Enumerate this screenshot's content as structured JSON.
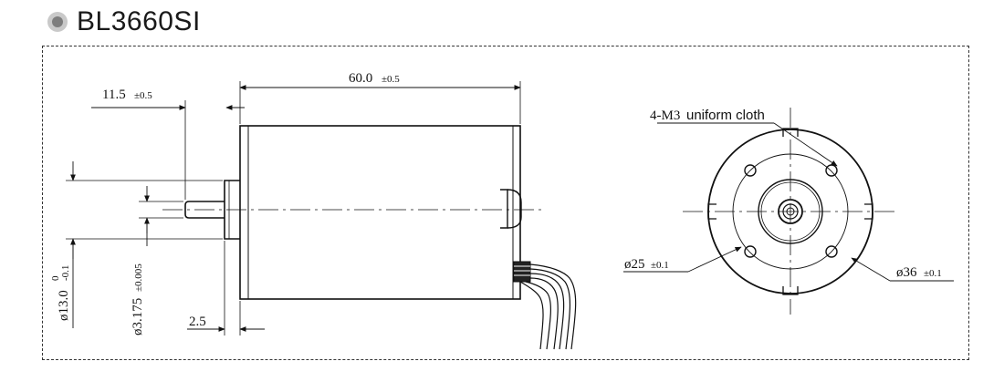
{
  "title": "BL3660SI",
  "dimensions": {
    "length": {
      "value": "60.0",
      "tol": "±0.5"
    },
    "shaft_length": {
      "value": "11.5",
      "tol": "±0.5"
    },
    "shoulder": {
      "value": "2.5"
    },
    "boss_diameter": {
      "value": "ø13.0",
      "tol_upper": "0",
      "tol_lower": "-0.1"
    },
    "shaft_diameter": {
      "value": "ø3.175",
      "tol": "±0.005"
    },
    "mount_pitch_diameter": {
      "value": "ø25",
      "tol": "±0.1"
    },
    "body_diameter": {
      "value": "ø36",
      "tol": "±0.1"
    },
    "holes_note": {
      "code": "4-M3",
      "text": "uniform cloth"
    }
  }
}
